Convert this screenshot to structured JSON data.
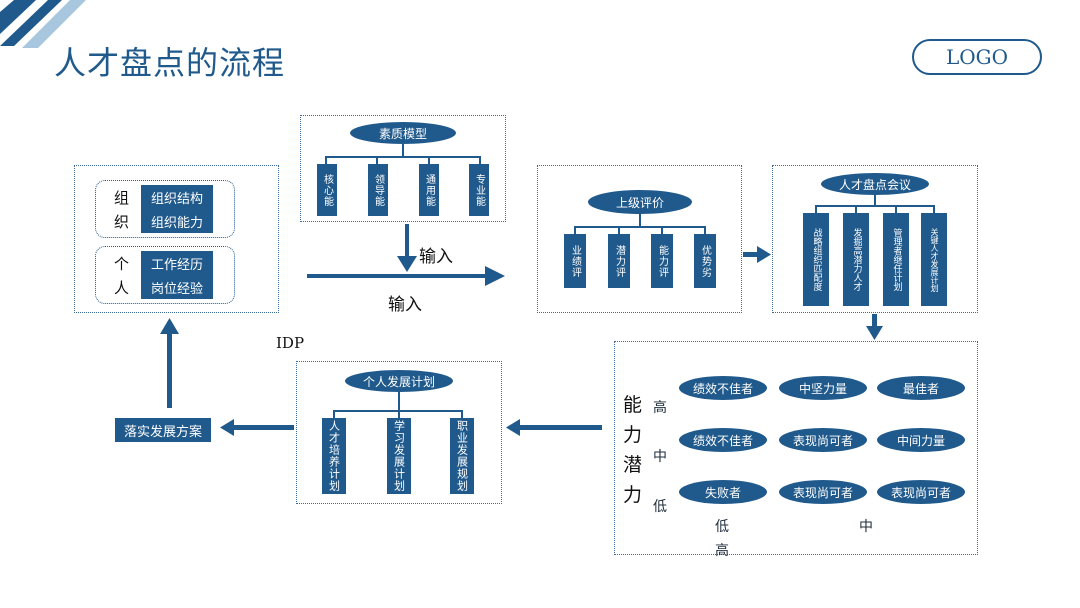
{
  "header": {
    "title": "人才盘点的流程",
    "logo": "LOGO"
  },
  "inputs": {
    "arrow_down_label": "输入",
    "arrow_right_label": "输入"
  },
  "competency_model": {
    "title": "素质模型",
    "items": [
      "核心能",
      "领导能",
      "通用能",
      "专业能"
    ]
  },
  "org_box": {
    "org_label": "组织",
    "org_items": [
      "组织结构",
      "组织能力"
    ],
    "person_label": "个人",
    "person_items": [
      "工作经历",
      "岗位经验"
    ]
  },
  "superior_eval": {
    "title": "上级评价",
    "items": [
      "业绩评",
      "潜力评",
      "能力评",
      "优势劣"
    ]
  },
  "talent_meeting": {
    "title": "人才盘点会议",
    "items": [
      "战略组织匹配度",
      "发掘高潜力人才",
      "管理者继任计划",
      "关键人才发展计划"
    ]
  },
  "matrix": {
    "y_axis_label": [
      "能",
      "力",
      "潜",
      "力"
    ],
    "y_levels": [
      "高",
      "中",
      "低"
    ],
    "x_levels_row": [
      "低",
      "中"
    ],
    "x_levels_extra": "高",
    "cells": [
      [
        "绩效不佳者",
        "中坚力量",
        "最佳者"
      ],
      [
        "绩效不佳者",
        "表现尚可者",
        "中间力量"
      ],
      [
        "失败者",
        "表现尚可者",
        "表现尚可者"
      ]
    ]
  },
  "idp": {
    "label": "IDP",
    "title": "个人发展计划",
    "items": [
      "人才培养计划",
      "学习发展计划",
      "职业发展规划"
    ]
  },
  "implement": {
    "label": "落实发展方案"
  }
}
